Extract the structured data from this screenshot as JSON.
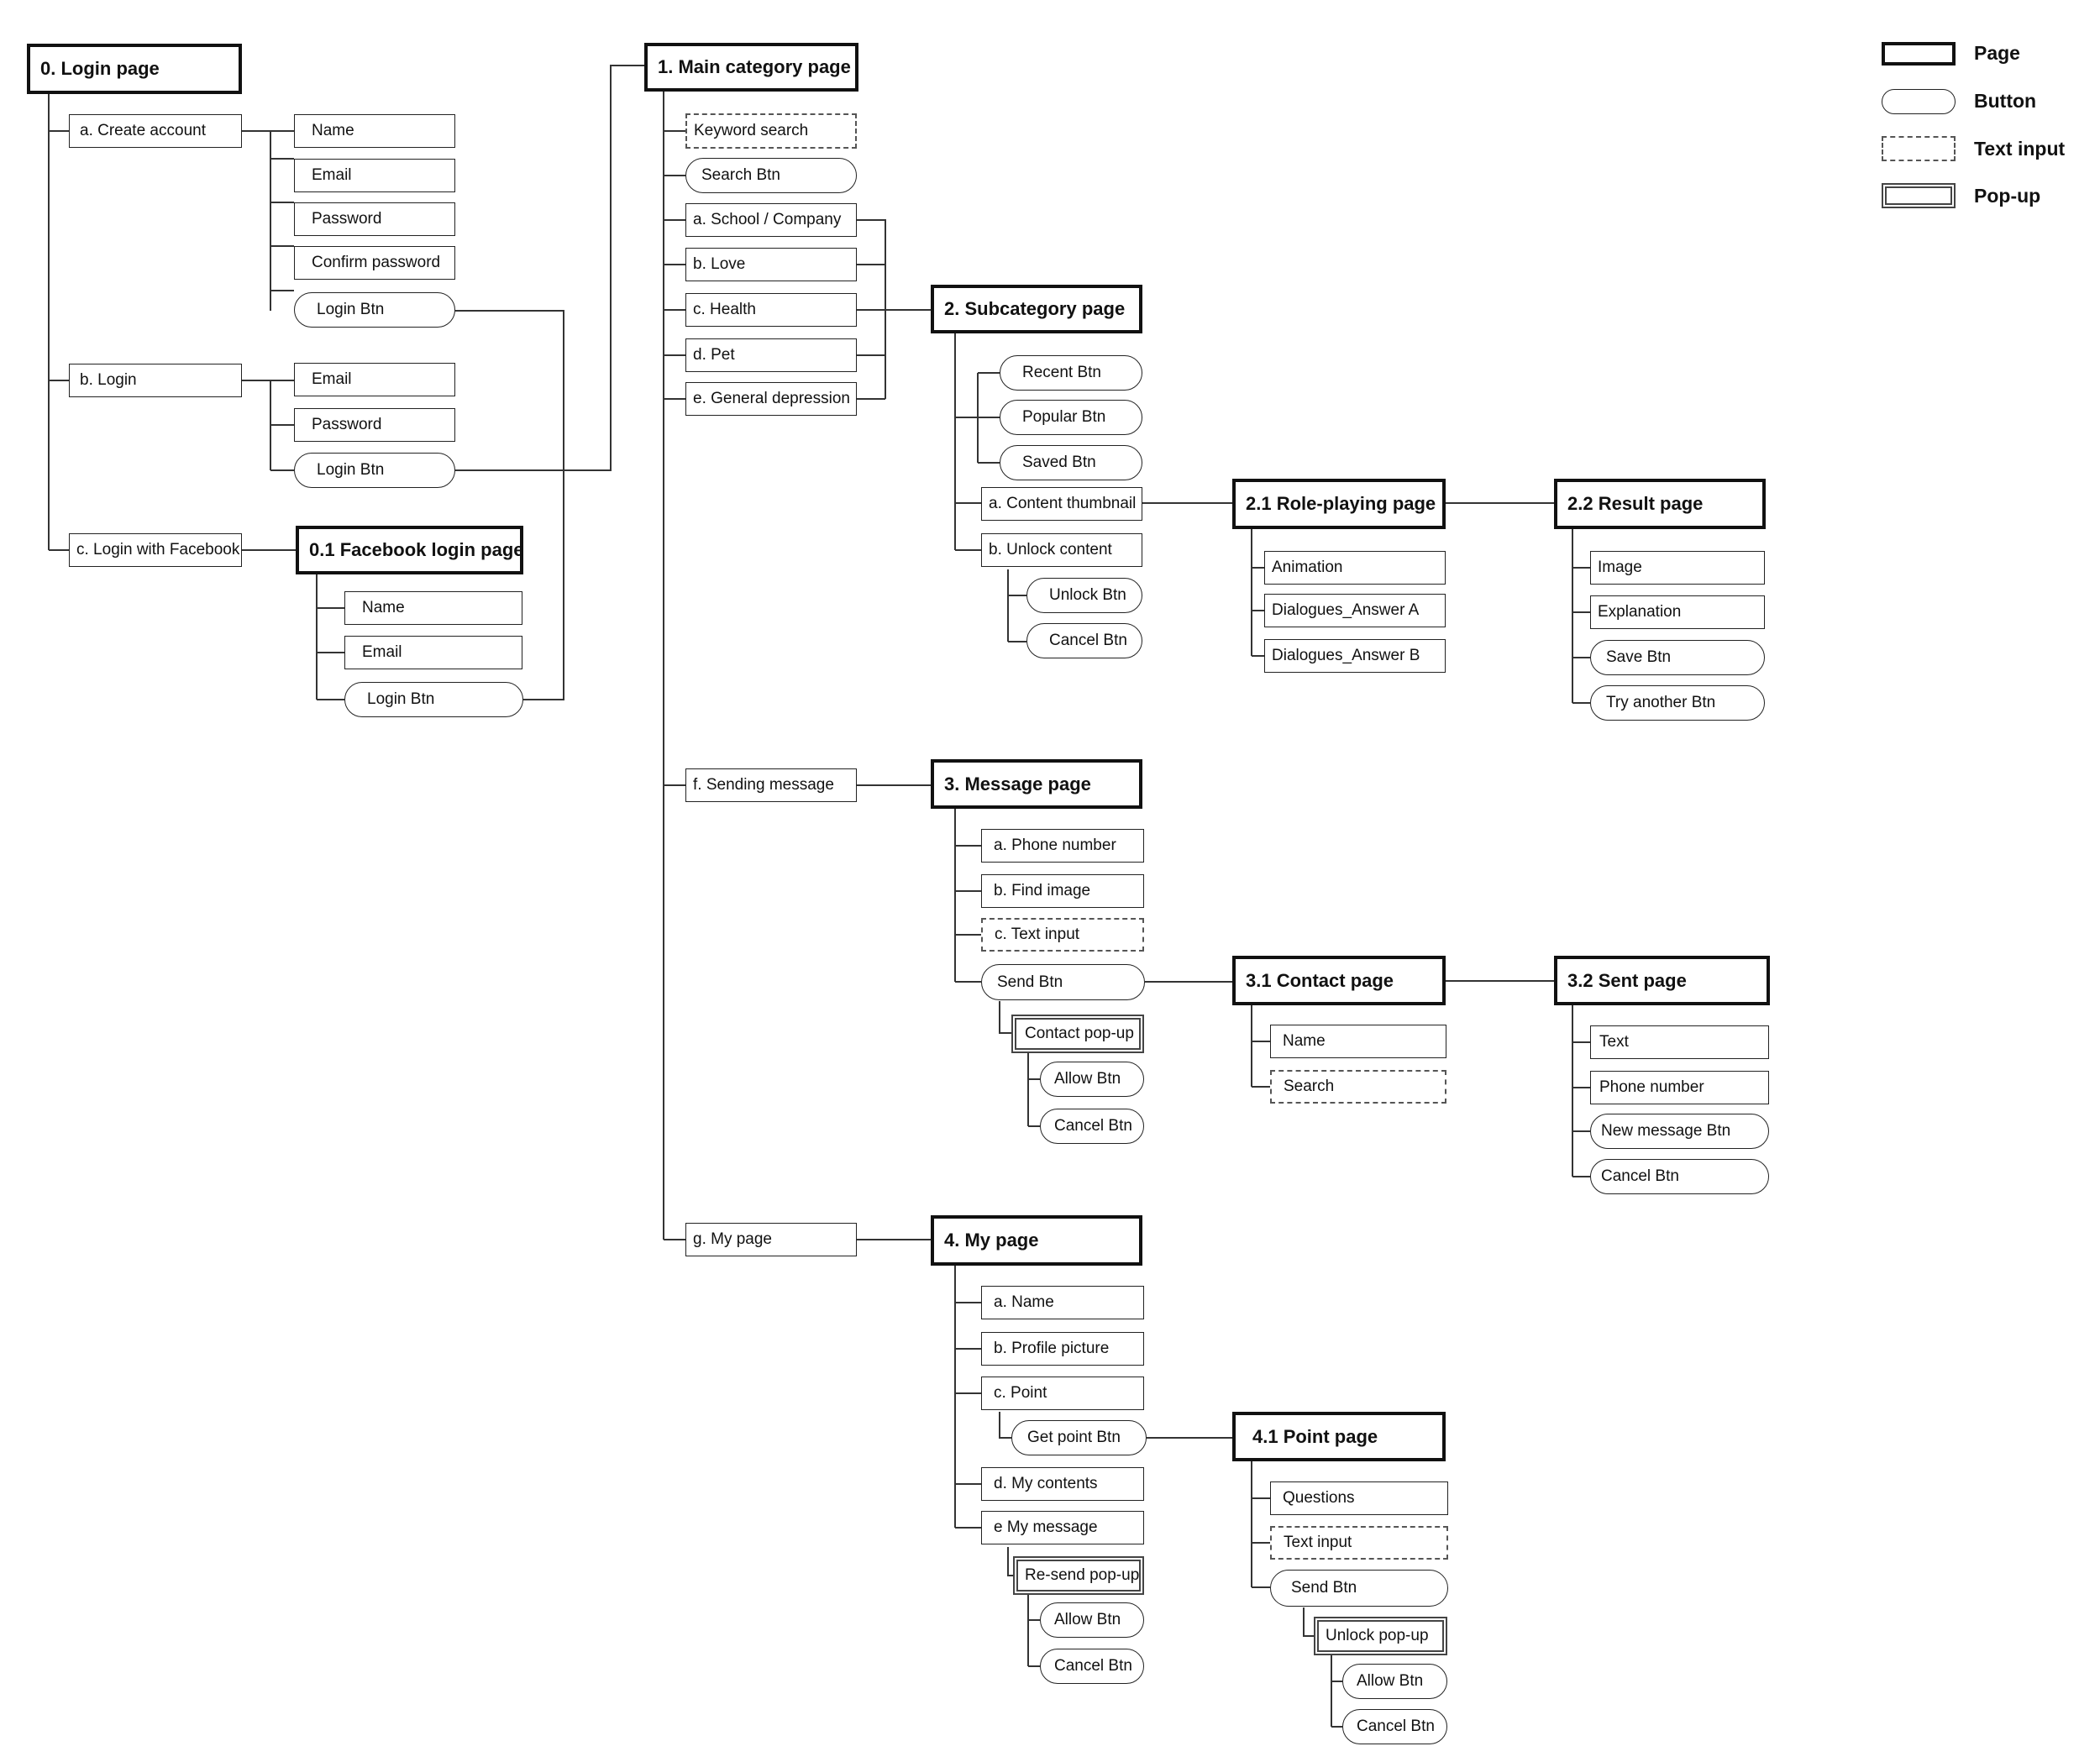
{
  "legend": [
    {
      "type": "page",
      "label": "Page"
    },
    {
      "type": "button",
      "label": "Button"
    },
    {
      "type": "text_input",
      "label": "Text input"
    },
    {
      "type": "popup",
      "label": "Pop-up"
    }
  ],
  "nodes": {
    "login_page": "0. Login page",
    "create_account": "a. Create account",
    "ca_name": "Name",
    "ca_email": "Email",
    "ca_password": "Password",
    "ca_confirm": "Confirm password",
    "ca_login_btn": "Login Btn",
    "login": "b. Login",
    "l_email": "Email",
    "l_password": "Password",
    "l_login_btn": "Login Btn",
    "login_fb": "c. Login with Facebook",
    "fb_page": "0.1 Facebook login page",
    "fb_name": "Name",
    "fb_email": "Email",
    "fb_login_btn": "Login Btn",
    "main_page": "1. Main category page",
    "keyword_search": "Keyword search",
    "search_btn": "Search Btn",
    "school": "a. School / Company",
    "love": "b. Love",
    "health": "c. Health",
    "pet": "d. Pet",
    "general": "e. General depression",
    "sending": "f. Sending message",
    "my_page_item": "g. My page",
    "sub_page": "2. Subcategory page",
    "recent_btn": "Recent Btn",
    "popular_btn": "Popular Btn",
    "saved_btn": "Saved Btn",
    "content_thumb": "a. Content thumbnail",
    "unlock_content": "b. Unlock content",
    "unlock_btn": "Unlock Btn",
    "sub_cancel_btn": "Cancel Btn",
    "role_page": "2.1 Role-playing page",
    "animation": "Animation",
    "dialogue_a": "Dialogues_Answer A",
    "dialogue_b": "Dialogues_Answer B",
    "result_page": "2.2 Result page",
    "image": "Image",
    "explanation": "Explanation",
    "save_btn": "Save Btn",
    "try_btn": "Try another Btn",
    "msg_page": "3. Message page",
    "phone": "a. Phone number",
    "find_image": "b. Find image",
    "text_input_c": "c. Text input",
    "send_btn": "Send Btn",
    "contact_popup": "Contact pop-up",
    "cp_allow_btn": "Allow Btn",
    "cp_cancel_btn": "Cancel Btn",
    "contact_page": "3.1 Contact page",
    "cp_name": "Name",
    "cp_search": "Search",
    "sent_page": "3.2 Sent page",
    "sent_text": "Text",
    "sent_phone": "Phone number",
    "new_msg_btn": "New message Btn",
    "sent_cancel_btn": "Cancel Btn",
    "mypage": "4. My page",
    "mp_name": "a. Name",
    "mp_profile": "b. Profile picture",
    "mp_point": "c. Point",
    "get_point_btn": "Get point Btn",
    "mp_contents": "d. My contents",
    "mp_message": "e My message",
    "resend_popup": "Re-send pop-up",
    "rs_allow_btn": "Allow Btn",
    "rs_cancel_btn": "Cancel Btn",
    "point_page": "4.1 Point page",
    "questions": "Questions",
    "pp_text_input": "Text input",
    "pp_send_btn": "Send Btn",
    "unlock_popup": "Unlock pop-up",
    "up_allow_btn": "Allow Btn",
    "up_cancel_btn": "Cancel Btn"
  }
}
